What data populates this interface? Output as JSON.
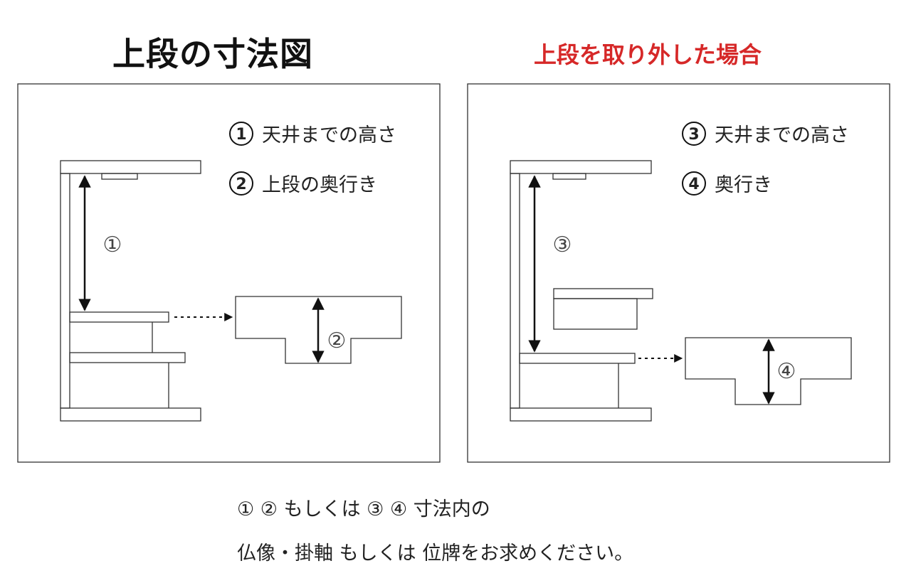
{
  "left_panel": {
    "title": "上段の寸法図",
    "legend": [
      {
        "num": "1",
        "text": "天井までの高さ"
      },
      {
        "num": "2",
        "text": "上段の奥行き"
      }
    ],
    "marker_height": "①",
    "marker_depth": "②"
  },
  "right_panel": {
    "title": "上段を取り外した場合",
    "legend": [
      {
        "num": "3",
        "text": "天井までの高さ"
      },
      {
        "num": "4",
        "text": "奥行き"
      }
    ],
    "marker_height": "③",
    "marker_depth": "④"
  },
  "footer": {
    "line1": "① ② もしくは ③ ④ 寸法内の",
    "line2": "仏像・掛軸 もしくは 位牌をお求めください。"
  },
  "colors": {
    "title_accent": "#d62828",
    "line": "#333333"
  }
}
